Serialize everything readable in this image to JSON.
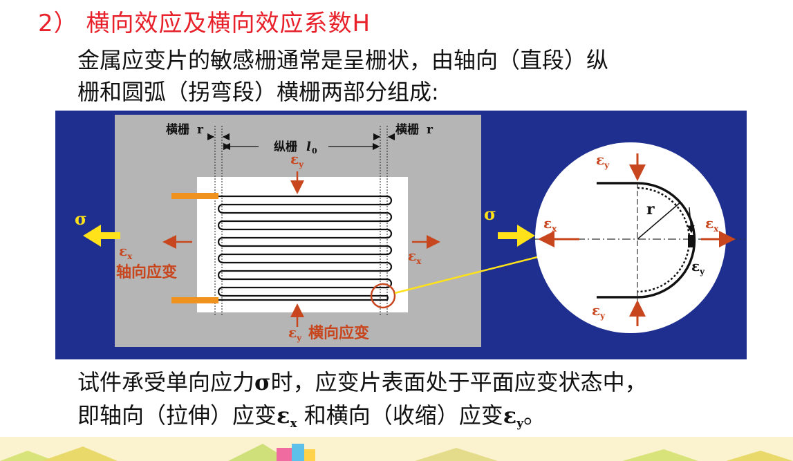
{
  "title": "2） 横向效应及横向效应系数H",
  "intro": {
    "line1": "金属应变片的敏感栅通常是呈栅状，由轴向（直段）纵",
    "line2": "栅和圆弧（拐弯段）横栅两部分组成:"
  },
  "figure": {
    "label_transverse_grid_left": "横栅",
    "label_r": "r",
    "label_longitudinal_grid": "纵栅",
    "label_l0_main": "l",
    "label_l0_sub": "0",
    "label_transverse_grid_right": "横栅",
    "sigma": "σ",
    "eps": "ε",
    "sub_x": "x",
    "sub_y": "y",
    "axial_strain": "轴向应变",
    "transverse_strain": "横向应变",
    "colors": {
      "background_blue": "#1f2f8f",
      "panel_gray": "#b5b5b5",
      "arrow_orange": "#c8461e",
      "sigma_yellow": "#ffe21a",
      "lead_orange": "#f0921e"
    }
  },
  "bottom": {
    "line1_before": "试件承受单向应力",
    "line1_sigma": "σ",
    "line1_after": "时，应变片表面处于平面应变状态中，",
    "line2_part1": "即轴向（拉伸）应变",
    "line2_eps": "ε",
    "line2_sub_x": "x",
    "line2_part2": " 和横向（收缩）应变",
    "line2_sub_y": "y",
    "line2_end": "。"
  }
}
